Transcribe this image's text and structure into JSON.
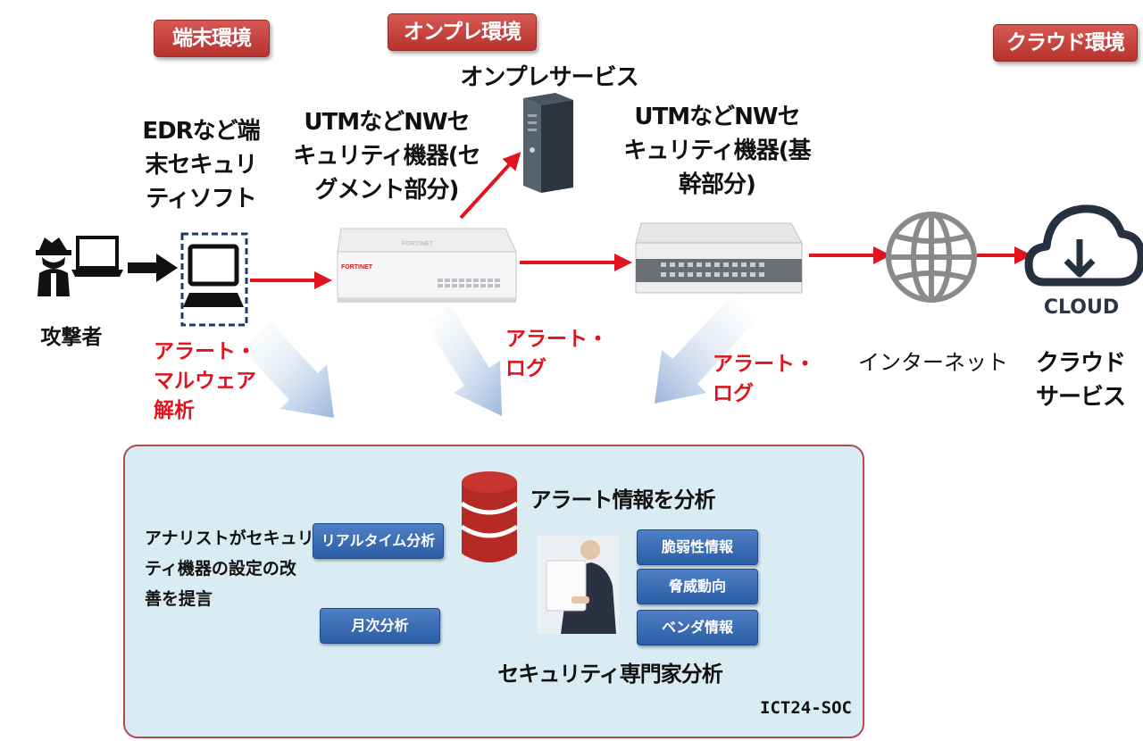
{
  "environments": {
    "endpoint": "端末環境",
    "onprem": "オンプレ環境",
    "cloud": "クラウド環境"
  },
  "labels": {
    "onprem_service": "オンプレサービス",
    "edr": "EDRなど端\n末セキュリ\nティソフト",
    "utm_segment": "UTMなどNWセ\nキュリティ機器(セ\nグメント部分)",
    "utm_core": "UTMなどNWセ\nキュリティ機器(基\n幹部分)",
    "attacker": "攻撃者",
    "internet": "インターネット",
    "cloud_service": "クラウド\nサービス",
    "cloud_icon_text": "CLOUD",
    "fortinet_brand": "FORTINET"
  },
  "alerts": {
    "malware": "アラート・\nマルウェア\n解析",
    "log1": "アラート・\nログ",
    "log2": "アラート・\nログ"
  },
  "soc": {
    "name": "ICT24-SOC",
    "analyst_text": "アナリストがセキュリ\nティ機器の設定の改\n善を提言",
    "realtime": "リアルタイム分析",
    "monthly": "月次分析",
    "alert_analysis": "アラート情報を分析",
    "vulnerability": "脆弱性情報",
    "threat": "脅威動向",
    "vendor": "ベンダ情報",
    "expert": "セキュリティ専門家分析"
  },
  "colors": {
    "env_tag": "#c0413c",
    "alert_text": "#e0141e",
    "flow_arrow": "#e0141e",
    "soc_bg": "#d9ecf4",
    "soc_border": "#b84a4a",
    "button": "#2f62a8",
    "database": "#b52a24"
  }
}
